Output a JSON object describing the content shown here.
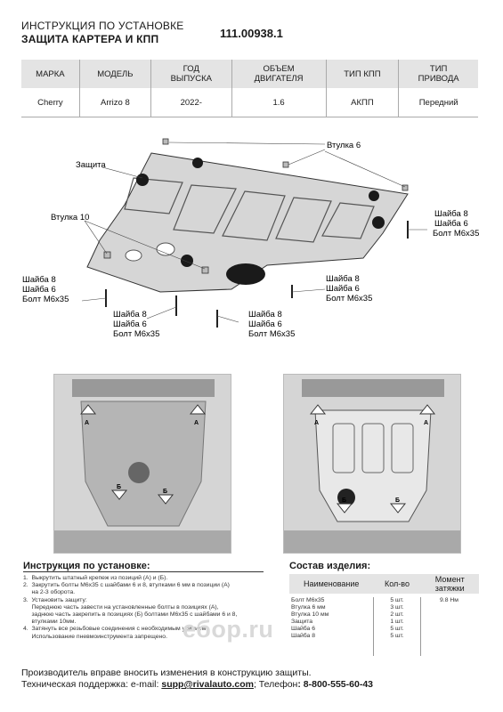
{
  "header": {
    "title_line1": "ИНСТРУКЦИЯ ПО УСТАНОВКЕ",
    "title_line2": "ЗАЩИТА КАРТЕРА И КПП",
    "part_number": "111.00938.1"
  },
  "spec_table": {
    "headers": [
      "МАРКА",
      "МОДЕЛЬ",
      "ГОД\nВЫПУСКА",
      "ОБЪЕМ\nДВИГАТЕЛЯ",
      "ТИП КПП",
      "ТИП\nПРИВОДА"
    ],
    "row": [
      "Cherry",
      "Arrizo 8",
      "2022-",
      "1.6",
      "АКПП",
      "Передний"
    ]
  },
  "diagram_labels": {
    "bushing6": "Втулка 6",
    "shield": "Защита",
    "bushing10": "Втулка 10",
    "washer8": "Шайба 8",
    "washer6": "Шайба 6",
    "bolt": "Болт М6х35",
    "pos_a": "А",
    "pos_b": "Б"
  },
  "instructions": {
    "title": "Инструкция по установке:",
    "lines": [
      "1.  Выкрутить штатный крепеж из позиций (А) и (Б).",
      "2.  Закрутить болты М6х35 с шайбами 6 и 8, втулками 6 мм в позиции (А)",
      "     на 2-3 оборота.",
      "3.  Установить защиту:",
      "     Переднюю часть завести на установленные болты в позициях (А),",
      "     заднюю часть закрепить в позициях (Б) болтами М6х35 с шайбами 6 и 8,",
      "     втулками 10мм.",
      "4.  Затянуть все резьбовые соединения с необходимым усилием.",
      "     Использование пневмоинструмента запрещено."
    ]
  },
  "parts": {
    "title": "Состав изделия:",
    "headers": [
      "Наименование",
      "Кол-во",
      "Момент затяжки"
    ],
    "rows": [
      [
        "Болт М6х35",
        "5 шт.",
        "9.8 Нм"
      ],
      [
        "Втулка 6 мм",
        "3 шт.",
        ""
      ],
      [
        "Втулка 10 мм",
        "2 шт.",
        ""
      ],
      [
        "Защита",
        "1 шт.",
        ""
      ],
      [
        "Шайба 6",
        "5 шт.",
        ""
      ],
      [
        "Шайба 8",
        "5 шт.",
        ""
      ]
    ]
  },
  "watermark": "ебор.ru",
  "footer": {
    "line1": "Производитель вправе вносить изменения в конструкцию защиты.",
    "support_label": "Техническая поддержка:  e-mail: ",
    "email": "supp@rivalauto.com",
    "phone_label": "; Телефон",
    "phone": ": 8-800-555-60-43"
  },
  "colors": {
    "table_header_bg": "#e4e4e4",
    "shield_metal": "#cfcfcf",
    "photo_bg": "#d8d8d8"
  }
}
